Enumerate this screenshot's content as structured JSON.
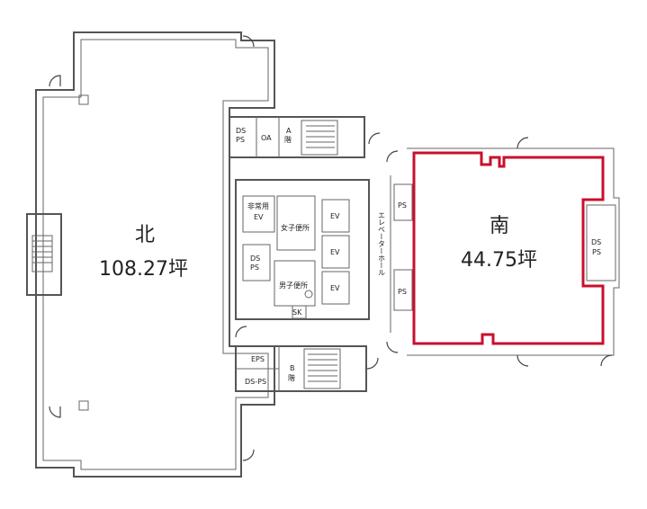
{
  "north": {
    "name": "北",
    "area": "108.27坪"
  },
  "south": {
    "name": "南",
    "area": "44.75坪"
  },
  "rooms": {
    "ds_ps_top": "DS\nPS",
    "oa": "OA",
    "stair_a": "A\n階",
    "emergency_ev": "非常用\nEV",
    "womens_restroom": "女子便所",
    "ds_ps_mid": "DS\nPS",
    "mens_restroom": "男子便所",
    "sk": "SK",
    "ev1": "EV",
    "ev2": "EV",
    "ev3": "EV",
    "elevator_hall": "エレベーターホール",
    "ps_top": "PS",
    "ps_bottom": "PS",
    "eps": "EPS",
    "ds_ps_bottom": "DS-PS",
    "stair_b": "B\n階",
    "ds_ps_right": "DS\nPS"
  },
  "colors": {
    "highlight": "#c8102e"
  }
}
